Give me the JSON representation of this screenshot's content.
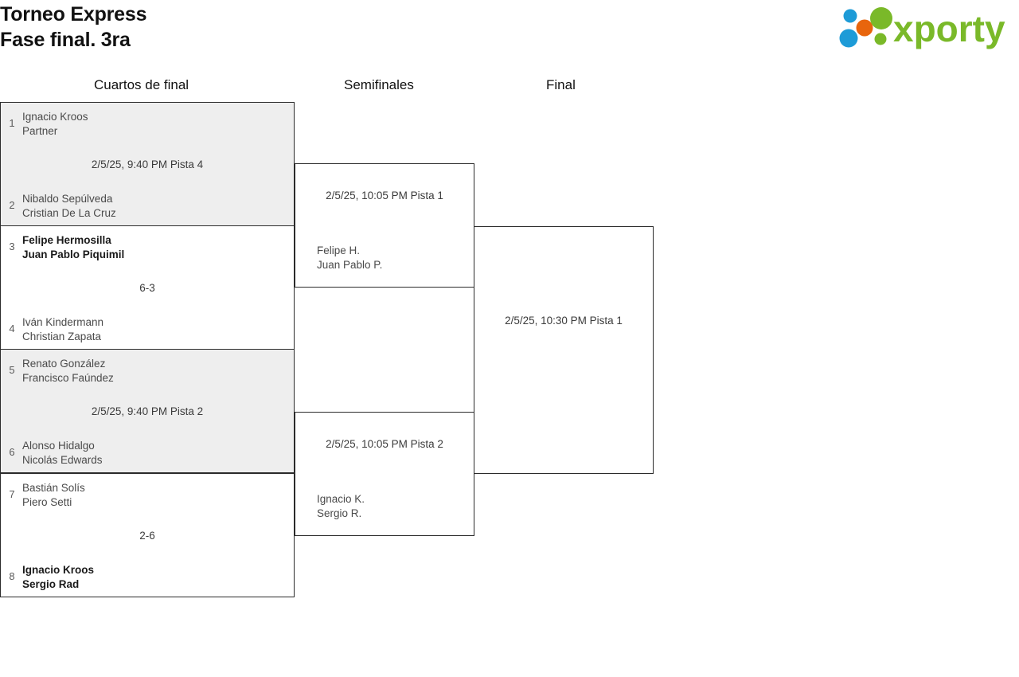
{
  "header": {
    "title_line1": "Torneo Express",
    "title_line2": "Fase final. 3ra",
    "logo_text": "xporty",
    "logo_colors": {
      "green": "#7ab929",
      "blue": "#1d9bd7",
      "orange": "#e8650d"
    }
  },
  "rounds": [
    {
      "id": "quarterfinals",
      "label": "Cuartos de final"
    },
    {
      "id": "semifinals",
      "label": "Semifinales"
    },
    {
      "id": "final",
      "label": "Final"
    }
  ],
  "bracket": {
    "quarterfinals": [
      {
        "shaded": true,
        "meta": "2/5/25, 9:40 PM Pista 4",
        "top": {
          "seed": "1",
          "players": [
            "Ignacio Kroos",
            "Partner"
          ],
          "winner": false
        },
        "bottom": {
          "seed": "2",
          "players": [
            "Nibaldo Sepúlveda",
            "Cristian De La Cruz"
          ],
          "winner": false
        }
      },
      {
        "shaded": false,
        "meta": "6-3",
        "top": {
          "seed": "3",
          "players": [
            "Felipe Hermosilla",
            "Juan Pablo Piquimil"
          ],
          "winner": true
        },
        "bottom": {
          "seed": "4",
          "players": [
            "Iván Kindermann",
            "Christian Zapata"
          ],
          "winner": false
        }
      },
      {
        "shaded": true,
        "meta": "2/5/25, 9:40 PM Pista 2",
        "top": {
          "seed": "5",
          "players": [
            "Renato González",
            "Francisco Faúndez"
          ],
          "winner": false
        },
        "bottom": {
          "seed": "6",
          "players": [
            "Alonso Hidalgo",
            "Nicolás Edwards"
          ],
          "winner": false
        }
      },
      {
        "shaded": false,
        "meta": "2-6",
        "top": {
          "seed": "7",
          "players": [
            "Bastián Solís",
            "Piero Setti"
          ],
          "winner": false
        },
        "bottom": {
          "seed": "8",
          "players": [
            "Ignacio Kroos",
            "Sergio Rad"
          ],
          "winner": true
        }
      }
    ],
    "semifinals": [
      {
        "meta": "2/5/25, 10:05 PM Pista 1",
        "top": {
          "seed": "",
          "players": [
            "",
            ""
          ],
          "winner": false
        },
        "bottom": {
          "seed": "",
          "players": [
            "Felipe H.",
            "Juan Pablo P."
          ],
          "winner": false
        }
      },
      {
        "meta": "2/5/25, 10:05 PM Pista 2",
        "top": {
          "seed": "",
          "players": [
            "",
            ""
          ],
          "winner": false
        },
        "bottom": {
          "seed": "",
          "players": [
            "Ignacio K.",
            "Sergio R."
          ],
          "winner": false
        }
      }
    ],
    "final": [
      {
        "meta": "2/5/25, 10:30 PM Pista 1",
        "top": {
          "seed": "",
          "players": [
            "",
            ""
          ],
          "winner": false
        },
        "bottom": {
          "seed": "",
          "players": [
            "",
            ""
          ],
          "winner": false
        }
      }
    ]
  }
}
